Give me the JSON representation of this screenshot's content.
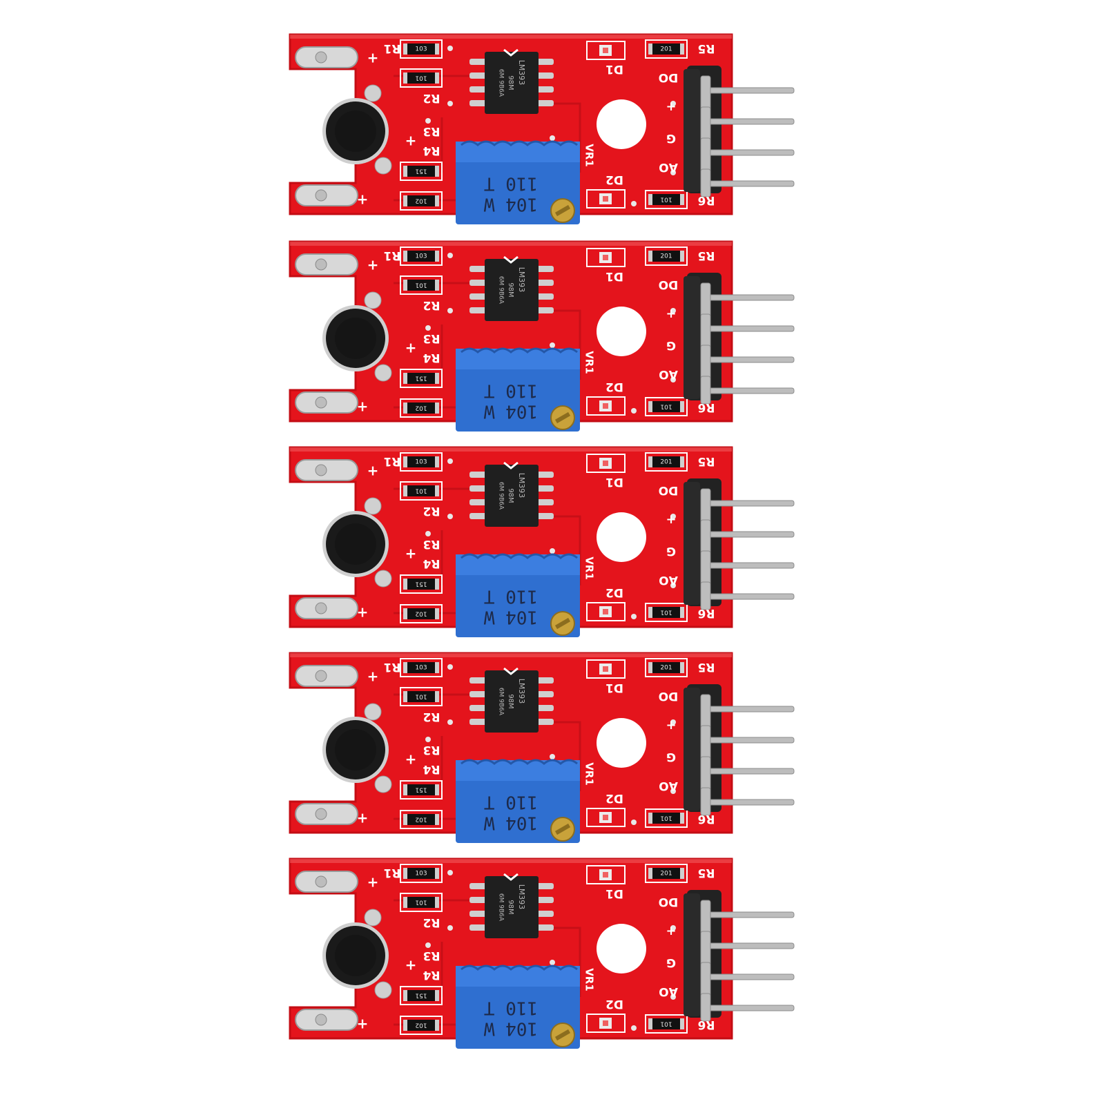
{
  "image": {
    "subject": "sound sensor module board",
    "board_count": 5,
    "colors": {
      "pcb": "#e4141c",
      "pcb_edge": "#c40d14",
      "silkscreen": "#ffffff",
      "pad": "#d8d8d8",
      "chip": "#1f1f1f",
      "pot_body": "#2f6fd0",
      "screw": "#c9a23a",
      "header": "#222222",
      "pin": "#bdbdbd",
      "mic": "#1a1a1a"
    }
  },
  "board": {
    "labels": {
      "r1": "R1",
      "r2": "R2",
      "r3": "R3",
      "r4": "R4",
      "r5": "R5",
      "r6": "R6",
      "d1": "D1",
      "d2": "D2",
      "vr1": "VR1",
      "do": "DO",
      "plus": "+",
      "g": "G",
      "ao": "AO",
      "plus_left_top": "+",
      "plus_left_mid": "+",
      "plus_left_bot": "+"
    },
    "chip": {
      "line1": "LM393",
      "line2": "98M",
      "line3": "6M 9B6A"
    },
    "resistors": {
      "r1": "103",
      "r2": "101",
      "r4": "151",
      "r3": "102",
      "r5": "201",
      "r6": "101"
    },
    "pot": {
      "line1": "110  T",
      "line2": "104  W"
    }
  }
}
